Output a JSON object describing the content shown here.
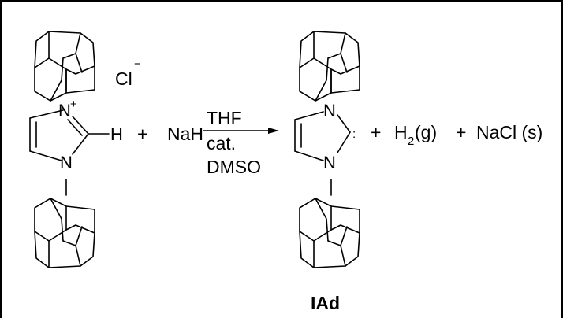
{
  "reactant": {
    "counterion": "Cl",
    "counterion_charge": "−",
    "n_top": "N",
    "n_top_charge": "+",
    "n_bottom": "N",
    "h_atom": "H"
  },
  "plus_1": "+",
  "reagent": "NaH",
  "conditions": {
    "above": "THF",
    "below_1": "cat.",
    "below_2": "DMSO"
  },
  "product": {
    "n_top": "N",
    "n_bottom": "N",
    "carbene_dots": ":",
    "label": "IAd"
  },
  "plus_2": "+",
  "byproduct_1": {
    "main": "H",
    "subscript": "2",
    "state": "(g)"
  },
  "plus_3": "+",
  "byproduct_2": "NaCl (s)",
  "colors": {
    "ink": "#000000",
    "background": "#ffffff"
  }
}
